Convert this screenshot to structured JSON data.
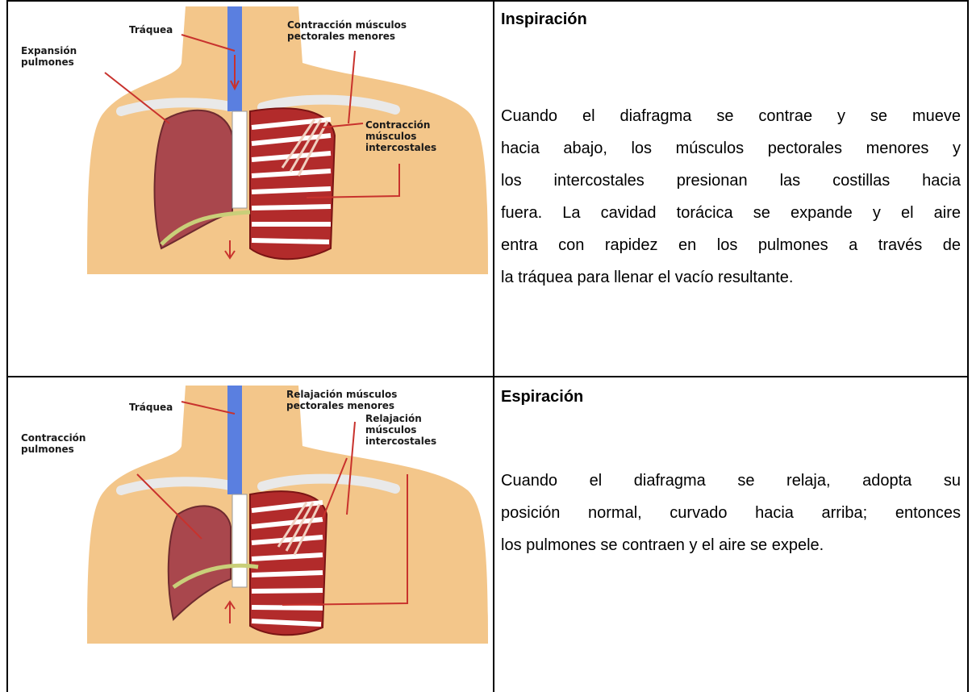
{
  "rows": [
    {
      "heading": "Inspiración",
      "paragraph_lines": [
        "Cuando el diafragma se contrae y se mueve",
        "hacia abajo, los músculos pectorales menores y",
        "los intercostales presionan las costillas hacia",
        "fuera. La cavidad torácica se expande y el aire",
        "entra con rapidez en los pulmones a través de",
        "la tráquea para llenar el vacío resultante."
      ],
      "figure": {
        "trachea": "Tráquea",
        "lungs": "Expansión\npulmones",
        "pectoral": "Contracción músculos\npectorales menores",
        "intercostal": "Contracción\nmúsculos\nintercostales"
      }
    },
    {
      "heading": "Espiración",
      "paragraph_lines": [
        "Cuando el diafragma se relaja, adopta su",
        "posición normal, curvado hacia arriba; entonces",
        "los pulmones se contraen y el aire se expele."
      ],
      "figure": {
        "trachea": "Tráquea",
        "lungs": "Contracción\npulmones",
        "pectoral": "Relajación músculos\npectorales menores",
        "intercostal": "Relajación\nmúsculos\nintercostales"
      }
    }
  ],
  "colors": {
    "skin": "#f3c68a",
    "lung": "#a9474d",
    "trachea": "#5a7fe0",
    "muscle": "#c52424",
    "rib": "#ffffff",
    "diaphragm": "#c9cf79",
    "pointer": "#c8322d",
    "border": "#000000"
  }
}
